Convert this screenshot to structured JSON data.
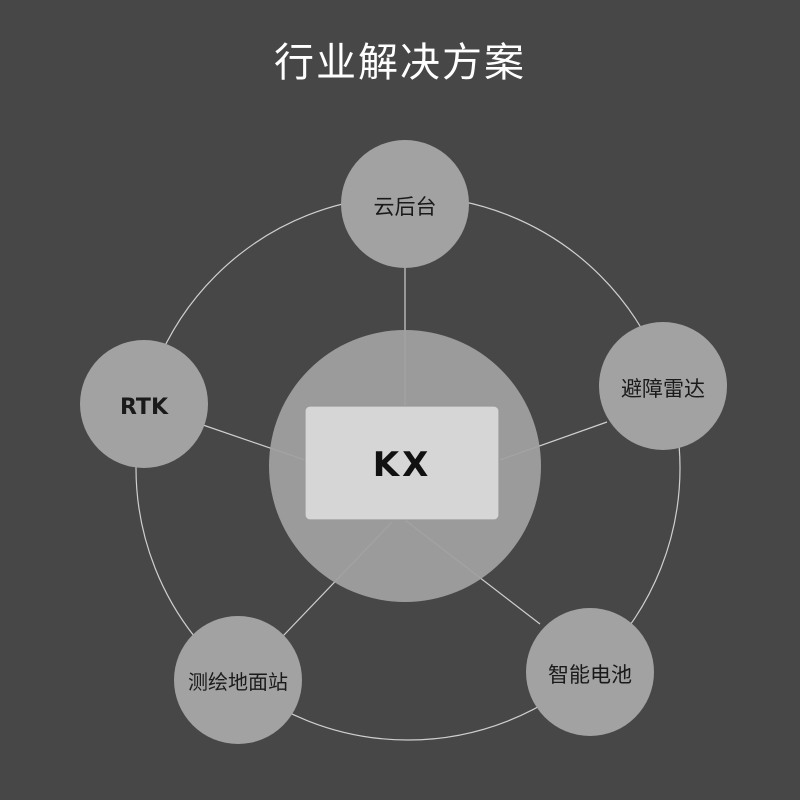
{
  "title": "行业解决方案",
  "center": {
    "label": "KX"
  },
  "nodes": [
    {
      "id": "cloud",
      "label": "云后台"
    },
    {
      "id": "radar",
      "label": "避障雷达"
    },
    {
      "id": "battery",
      "label": "智能电池"
    },
    {
      "id": "ground-station",
      "label": "测绘地面站"
    },
    {
      "id": "rtk",
      "label": "RTK"
    }
  ],
  "colors": {
    "background": "#474747",
    "node_fill": "#a2a2a2",
    "center_disc": "#a0a0a0",
    "center_card": "#d6d6d6",
    "lines": "#cfcfcf",
    "title": "#ffffff"
  }
}
